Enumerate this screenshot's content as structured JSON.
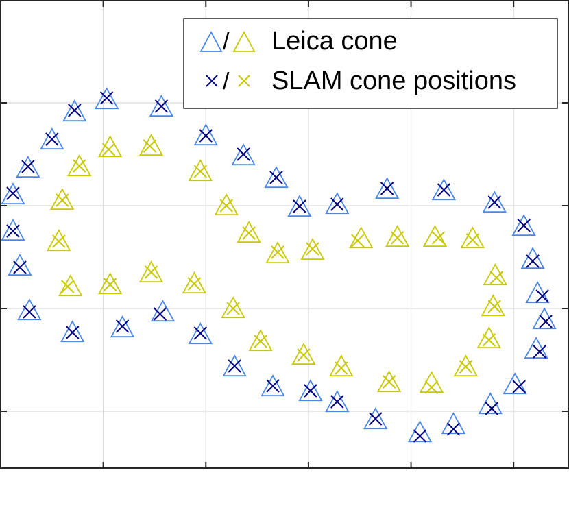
{
  "chart_data": {
    "type": "scatter",
    "title": "",
    "xlabel": "",
    "ylabel": "",
    "xlim": [
      0,
      830
    ],
    "ylim": [
      0,
      682
    ],
    "xticks": [
      150,
      300,
      450,
      600,
      750
    ],
    "yticks": [
      83,
      233,
      383,
      533
    ],
    "grid": true,
    "legend_position": "top-right",
    "legend": [
      {
        "label": "Leica cone",
        "markers": "triangle",
        "colors": [
          "#4a86e8",
          "#c8c800"
        ]
      },
      {
        "label": "SLAM cone positions",
        "markers": "x",
        "colors": [
          "#000080",
          "#c8c800"
        ]
      }
    ],
    "colors": {
      "blue_triangle": "#4a86e8",
      "yellow_triangle": "#c8c800",
      "blue_x": "#000080",
      "yellow_x": "#c8c800"
    },
    "series": [
      {
        "group": "blue",
        "points": [
          {
            "leica": [
              155,
              537
            ],
            "slam": [
              155,
              540
            ]
          },
          {
            "leica": [
              235,
              526
            ],
            "slam": [
              235,
              528
            ]
          },
          {
            "leica": [
              108,
              519
            ],
            "slam": [
              108,
              522
            ]
          },
          {
            "leica": [
              300,
              484
            ],
            "slam": [
              300,
              485
            ]
          },
          {
            "leica": [
              75,
              478
            ],
            "slam": [
              75,
              480
            ]
          },
          {
            "leica": [
              355,
              455
            ],
            "slam": [
              355,
              458
            ]
          },
          {
            "leica": [
              40,
              437
            ],
            "slam": [
              40,
              440
            ]
          },
          {
            "leica": [
              403,
              422
            ],
            "slam": [
              403,
              424
            ]
          },
          {
            "leica": [
              18,
              398
            ],
            "slam": [
              18,
              401
            ]
          },
          {
            "leica": [
              565,
              406
            ],
            "slam": [
              565,
              408
            ]
          },
          {
            "leica": [
              648,
              404
            ],
            "slam": [
              648,
              406
            ]
          },
          {
            "leica": [
              722,
              386
            ],
            "slam": [
              722,
              388
            ]
          },
          {
            "leica": [
              437,
              380
            ],
            "slam": [
              437,
              382
            ]
          },
          {
            "leica": [
              492,
              384
            ],
            "slam": [
              492,
              385
            ]
          },
          {
            "leica": [
              765,
              352
            ],
            "slam": [
              765,
              354
            ]
          },
          {
            "leica": [
              18,
              345
            ],
            "slam": [
              18,
              346
            ]
          },
          {
            "leica": [
              778,
              304
            ],
            "slam": [
              778,
              302
            ]
          },
          {
            "leica": [
              28,
              294
            ],
            "slam": [
              28,
              293
            ]
          },
          {
            "leica": [
              785,
              254
            ],
            "slam": [
              792,
              251
            ]
          },
          {
            "leica": [
              42,
              229
            ],
            "slam": [
              42,
              228
            ]
          },
          {
            "leica": [
              795,
              216
            ],
            "slam": [
              797,
              214
            ]
          },
          {
            "leica": [
              237,
              227
            ],
            "slam": [
              233,
              225
            ]
          },
          {
            "leica": [
              178,
              204
            ],
            "slam": [
              178,
              207
            ]
          },
          {
            "leica": [
              292,
              194
            ],
            "slam": [
              292,
              197
            ]
          },
          {
            "leica": [
              105,
              197
            ],
            "slam": [
              105,
              198
            ]
          },
          {
            "leica": [
              783,
              173
            ],
            "slam": [
              788,
              170
            ]
          },
          {
            "leica": [
              342,
              147
            ],
            "slam": [
              342,
              149
            ]
          },
          {
            "leica": [
              752,
              121
            ],
            "slam": [
              758,
              119
            ]
          },
          {
            "leica": [
              398,
              118
            ],
            "slam": [
              398,
              120
            ]
          },
          {
            "leica": [
              453,
              111
            ],
            "slam": [
              453,
              113
            ]
          },
          {
            "leica": [
              492,
              95
            ],
            "slam": [
              492,
              97
            ]
          },
          {
            "leica": [
              716,
              92
            ],
            "slam": [
              718,
              87
            ]
          },
          {
            "leica": [
              548,
              70
            ],
            "slam": [
              548,
              72
            ]
          },
          {
            "leica": [
              662,
              63
            ],
            "slam": [
              662,
              57
            ]
          },
          {
            "leica": [
              613,
              51
            ],
            "slam": [
              613,
              47
            ]
          }
        ]
      },
      {
        "group": "yellow",
        "points": [
          {
            "leica": [
              160,
              467
            ],
            "slam": [
              158,
              465
            ]
          },
          {
            "leica": [
              220,
              469
            ],
            "slam": [
              218,
              470
            ]
          },
          {
            "leica": [
              115,
              439
            ],
            "slam": [
              115,
              441
            ]
          },
          {
            "leica": [
              292,
              432
            ],
            "slam": [
              292,
              433
            ]
          },
          {
            "leica": [
              90,
              390
            ],
            "slam": [
              90,
              391
            ]
          },
          {
            "leica": [
              330,
              382
            ],
            "slam": [
              330,
              383
            ]
          },
          {
            "leica": [
              85,
              330
            ],
            "slam": [
              85,
              331
            ]
          },
          {
            "leica": [
              363,
              342
            ],
            "slam": [
              363,
              343
            ]
          },
          {
            "leica": [
              405,
              312
            ],
            "slam": [
              405,
              315
            ]
          },
          {
            "leica": [
              456,
              317
            ],
            "slam": [
              456,
              320
            ]
          },
          {
            "leica": [
              527,
              334
            ],
            "slam": [
              522,
              332
            ]
          },
          {
            "leica": [
              580,
              336
            ],
            "slam": [
              580,
              336
            ]
          },
          {
            "leica": [
              635,
              336
            ],
            "slam": [
              640,
              336
            ]
          },
          {
            "leica": [
              690,
              334
            ],
            "slam": [
              690,
              333
            ]
          },
          {
            "leica": [
              220,
              284
            ],
            "slam": [
              220,
              286
            ]
          },
          {
            "leica": [
              160,
              267
            ],
            "slam": [
              160,
              268
            ]
          },
          {
            "leica": [
              102,
              264
            ],
            "slam": [
              98,
              265
            ]
          },
          {
            "leica": [
              283,
              268
            ],
            "slam": [
              283,
              269
            ]
          },
          {
            "leica": [
              723,
              280
            ],
            "slam": [
              725,
              278
            ]
          },
          {
            "leica": [
              340,
              232
            ],
            "slam": [
              340,
              233
            ]
          },
          {
            "leica": [
              720,
              235
            ],
            "slam": [
              722,
              236
            ]
          },
          {
            "leica": [
              380,
              184
            ],
            "slam": [
              380,
              185
            ]
          },
          {
            "leica": [
              714,
              188
            ],
            "slam": [
              714,
              187
            ]
          },
          {
            "leica": [
              443,
              164
            ],
            "slam": [
              443,
              165
            ]
          },
          {
            "leica": [
              498,
              147
            ],
            "slam": [
              498,
              146
            ]
          },
          {
            "leica": [
              680,
              147
            ],
            "slam": [
              680,
              148
            ]
          },
          {
            "leica": [
              568,
              124
            ],
            "slam": [
              568,
              126
            ]
          },
          {
            "leica": [
              630,
              123
            ],
            "slam": [
              630,
              118
            ]
          }
        ]
      }
    ]
  }
}
